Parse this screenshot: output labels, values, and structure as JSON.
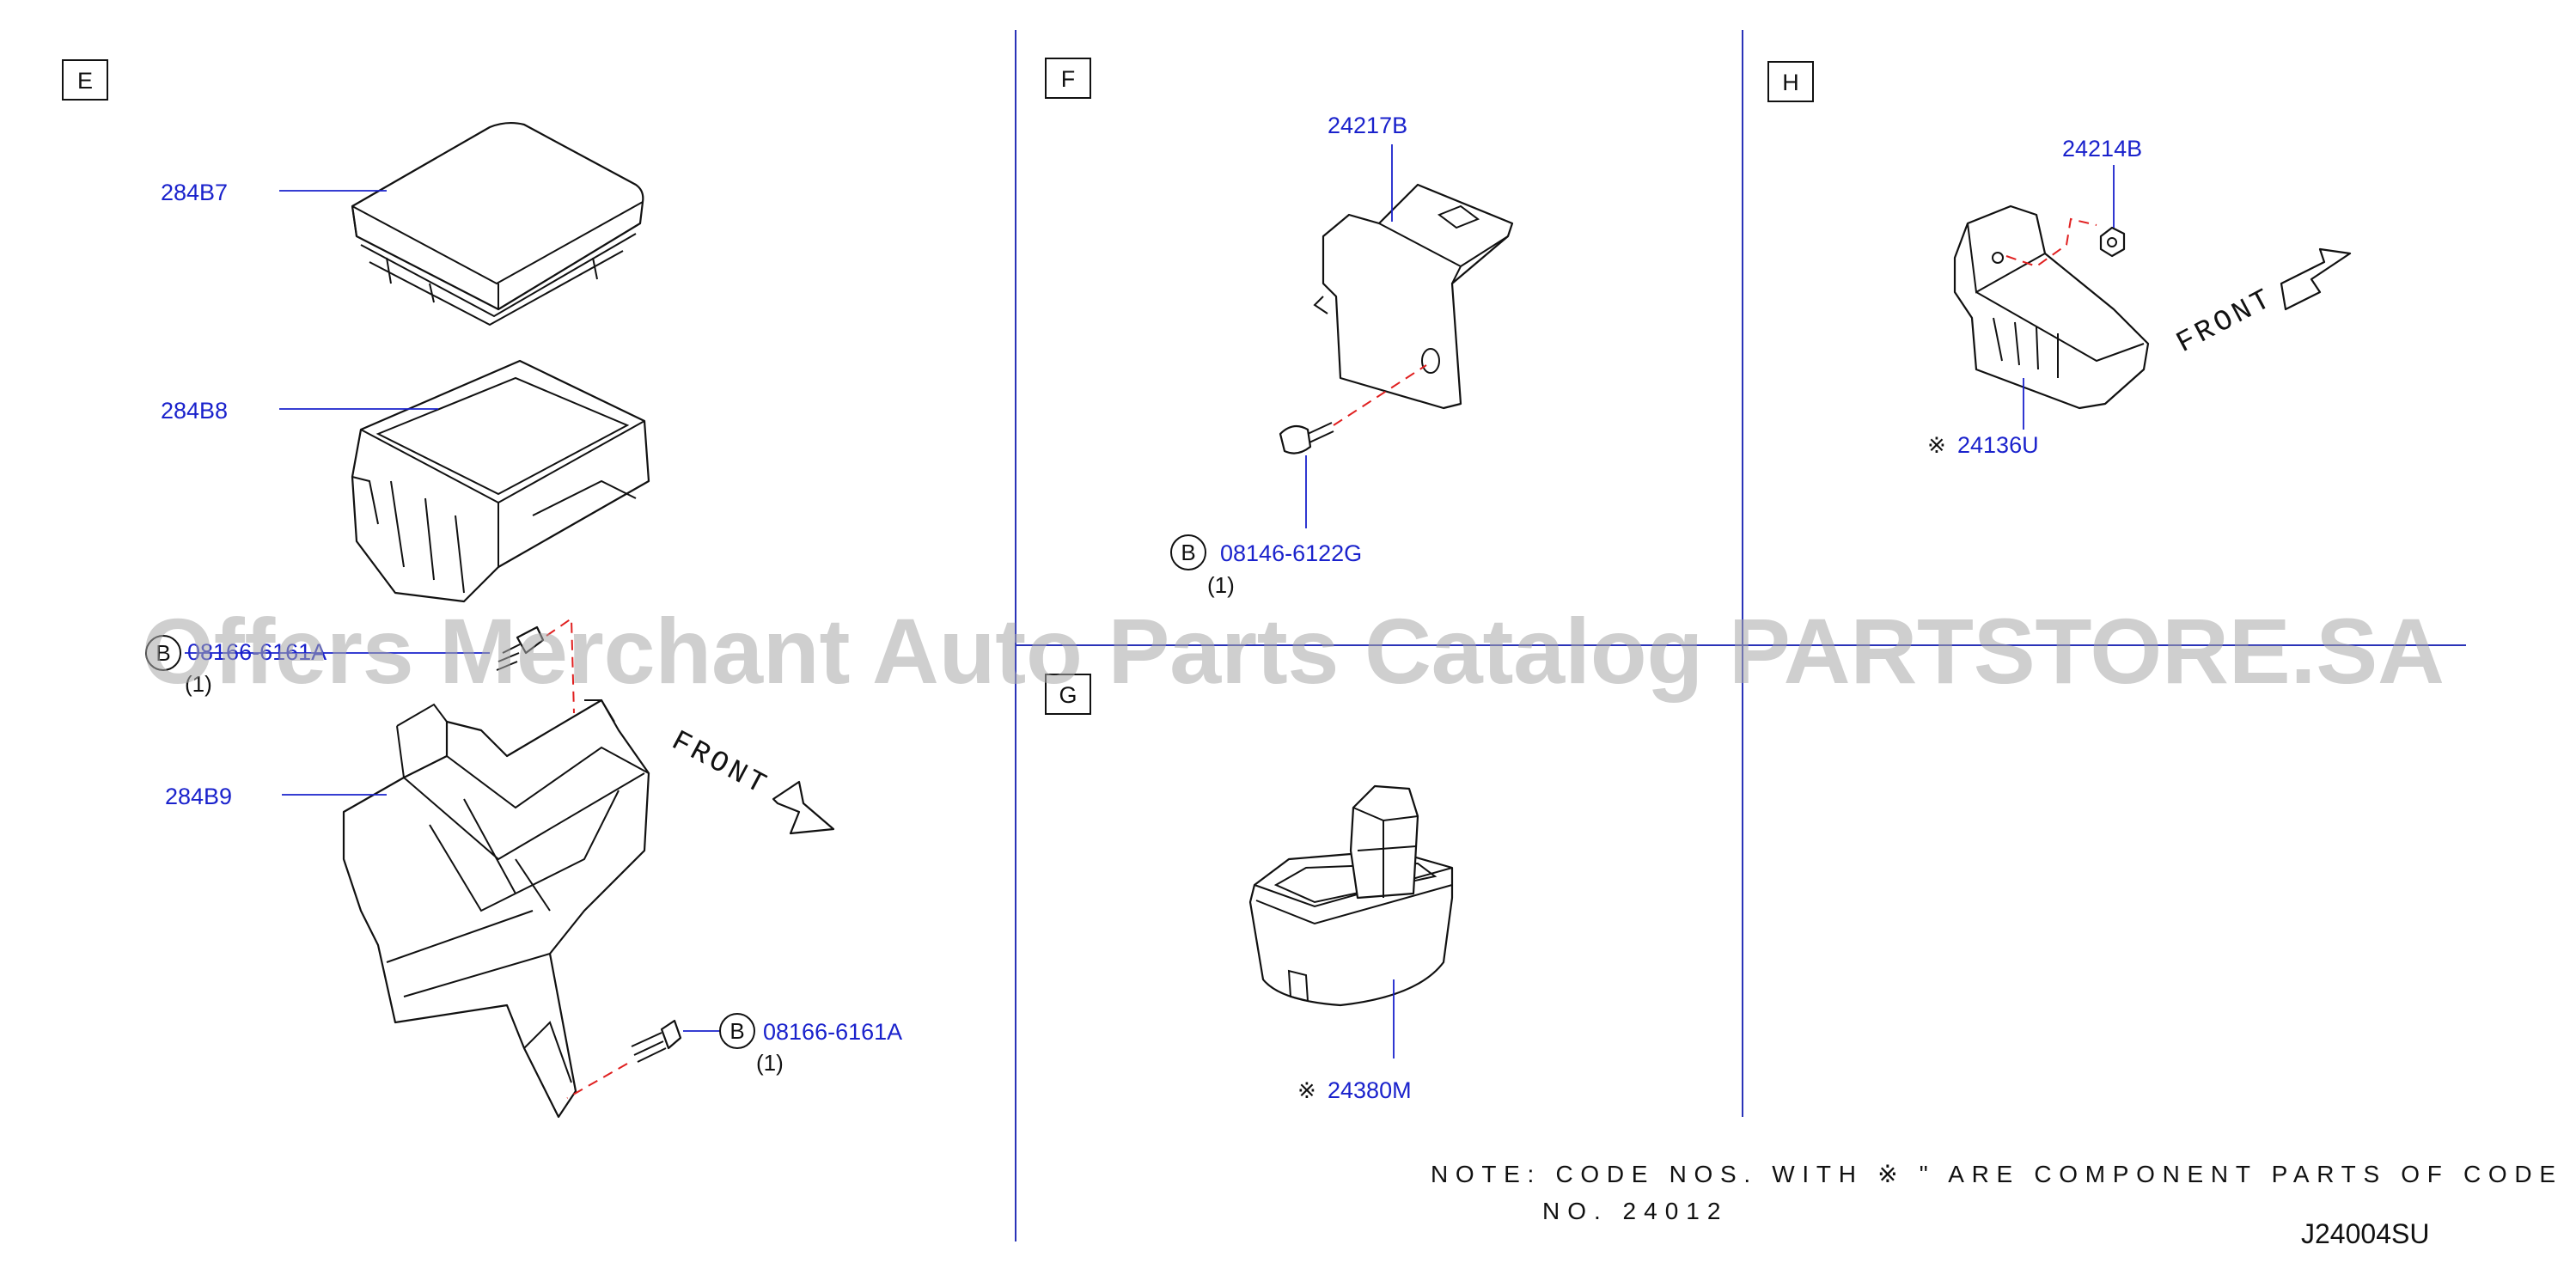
{
  "sections": {
    "e": "E",
    "f": "F",
    "g": "G",
    "h": "H"
  },
  "part_numbers": {
    "e_top": "284B7",
    "e_tray": "284B8",
    "e_bracket": "284B9",
    "e_bolt_upper": "08166-6161A",
    "e_bolt_lower": "08166-6161A",
    "f_bracket": "24217B",
    "f_bolt": "08146-6122G",
    "h_nut": "24214B",
    "h_holder": "24136U",
    "g_box": "24380M"
  },
  "bolt_marker": "B",
  "quantities": {
    "e_upper": "(1)",
    "e_lower": "(1)",
    "f": "(1)"
  },
  "component_mark": "※",
  "front_label": "FRONT",
  "note": {
    "line1": "NOTE:  CODE  NOS.  WITH ※        \"  ARE  COMPONENT  PARTS  OF  CODE",
    "line2": "NO.  24012"
  },
  "drawing_code": "J24004SU",
  "watermark": "Offers Merchant Auto Parts Catalog PARTSTORE.SA",
  "colors": {
    "part_number": "#1a22cc",
    "divider": "#2a33b8",
    "dashed_leader": "#e02020",
    "watermark": "#a8a8a8"
  }
}
